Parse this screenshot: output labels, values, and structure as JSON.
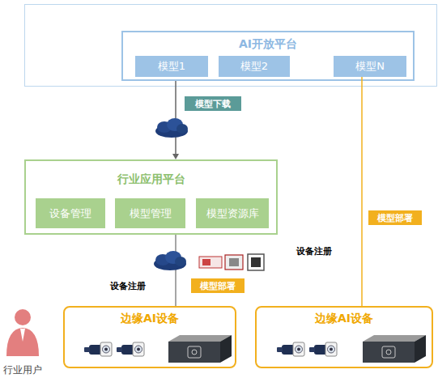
{
  "diagram": {
    "nodes": [
      {
        "text": [
          "AI开放平台"
        ]
      },
      {
        "text": [
          "模型1"
        ],
        "in": 0
      },
      {
        "text": [
          "模型2"
        ],
        "in": 0
      },
      {
        "text": [
          "模型N"
        ],
        "in": 0
      },
      {
        "text": [
          "行业应用平台"
        ]
      },
      {
        "text": [
          "设备管理"
        ],
        "in": 4
      },
      {
        "text": [
          "模型管理"
        ],
        "in": 4
      },
      {
        "text": [
          "模型资源库"
        ],
        "in": 4
      },
      {
        "text": [
          "边缘AI设备"
        ]
      },
      {
        "text": [
          "边缘AI设备"
        ]
      }
    ],
    "edges": [
      {
        "from": 0,
        "to": 4,
        "arrow": "to",
        "label": "模型下载"
      },
      {
        "from": 4,
        "to": 8,
        "arrow": "none",
        "label": "模型部署"
      },
      {
        "from": 3,
        "to": 9,
        "arrow": "none",
        "label": "模型部署"
      }
    ],
    "labels": [
      "设备注册",
      "设备注册",
      "行业用户"
    ]
  }
}
